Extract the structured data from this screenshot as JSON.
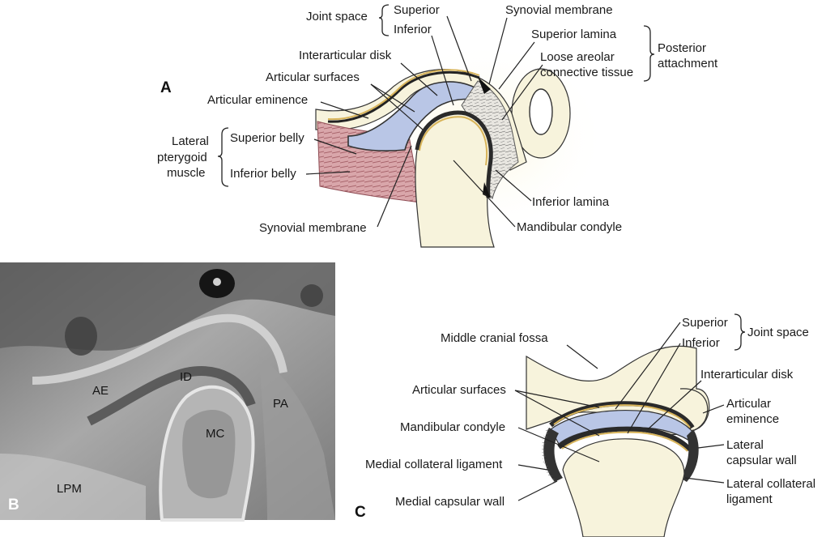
{
  "panels": {
    "a": "A",
    "b": "B",
    "c": "C"
  },
  "panel_a": {
    "joint_space": "Joint space",
    "superior": "Superior",
    "inferior": "Inferior",
    "synovial_membrane_top": "Synovial membrane",
    "superior_lamina": "Superior lamina",
    "loose_areolar_1": "Loose areolar",
    "loose_areolar_2": "connective tissue",
    "posterior_1": "Posterior",
    "posterior_2": "attachment",
    "interarticular_disk": "Interarticular disk",
    "articular_surfaces": "Articular surfaces",
    "articular_eminence": "Articular eminence",
    "lateral_1": "Lateral",
    "lateral_2": "pterygoid",
    "lateral_3": "muscle",
    "superior_belly": "Superior belly",
    "inferior_belly": "Inferior belly",
    "inferior_lamina": "Inferior lamina",
    "synovial_membrane_bottom": "Synovial membrane",
    "mandibular_condyle": "Mandibular condyle"
  },
  "panel_b": {
    "ae": "AE",
    "id": "ID",
    "pa": "PA",
    "mc": "MC",
    "lpm": "LPM"
  },
  "panel_c": {
    "middle_cranial_fossa": "Middle cranial fossa",
    "superior": "Superior",
    "inferior": "Inferior",
    "joint_space": "Joint space",
    "interarticular_disk": "Interarticular disk",
    "articular_surfaces": "Articular surfaces",
    "articular_eminence_1": "Articular",
    "articular_eminence_2": "eminence",
    "mandibular_condyle": "Mandibular condyle",
    "lateral_capsular_1": "Lateral",
    "lateral_capsular_2": "capsular wall",
    "medial_collateral": "Medial collateral ligament",
    "lateral_collateral_1": "Lateral collateral",
    "lateral_collateral_2": "ligament",
    "medial_capsular": "Medial capsular wall"
  },
  "colors": {
    "bone": "#f7f3dc",
    "disk": "#b9c6e6",
    "cartilage": "#333333",
    "surface_gold": "#d8b45a",
    "muscle": "#d9a6aa",
    "photo_bg": "#8e8e8e"
  }
}
